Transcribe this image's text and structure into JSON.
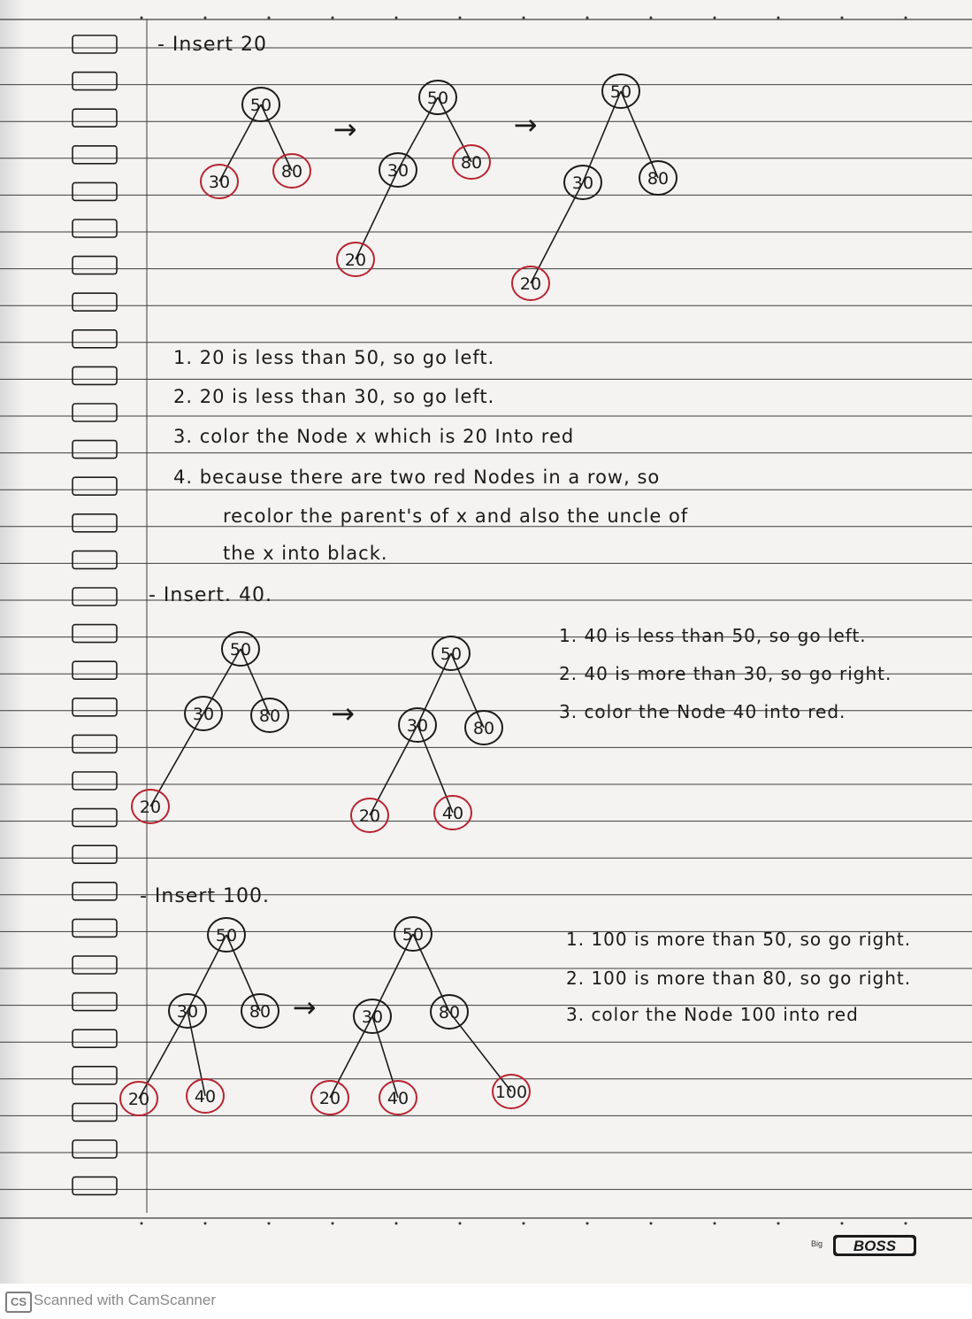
{
  "insert20": {
    "title": "- Insert 20",
    "steps": [
      "1. 20 is less than 50, so go left.",
      "2. 20 is less than 30, so go left.",
      "3. color the Node x which is 20 Into red",
      "4. because there are two red Nodes in a row, so",
      "recolor the parent's of x and also the uncle of",
      "the x into black."
    ],
    "arrow": "→"
  },
  "insert40": {
    "title": "- Insert. 40.",
    "steps": [
      "1. 40 is less than 50, so go left.",
      "2. 40 is more than 30, so go right.",
      "3. color the Node 40 into red."
    ],
    "arrow": "→"
  },
  "insert100": {
    "title": "- Insert 100.",
    "steps": [
      "1. 100 is more than 50, so go right.",
      "2. 100 is more than 80, so go right.",
      "3. color the Node 100 into red"
    ],
    "arrow": "→"
  },
  "node_values": {
    "n50": "50",
    "n30": "30",
    "n80": "80",
    "n20": "20",
    "n40": "40",
    "n100": "100"
  },
  "colors": {
    "black_node": "#1b1b1b",
    "red_node": "#b8232f",
    "ink": "#1b1b1b",
    "paper": "#f4f3f2",
    "rule_line": "#3c3c3c"
  },
  "footer": {
    "badge": "CS",
    "scanner_text": "Scanned with CamScanner",
    "logo_small": "Big",
    "logo": "BOSS"
  }
}
